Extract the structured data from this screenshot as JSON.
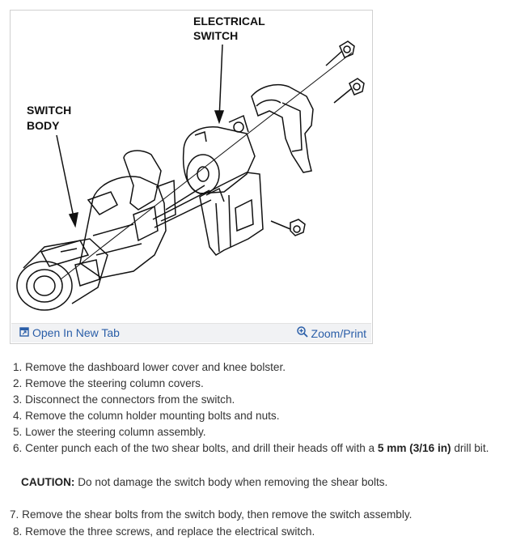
{
  "figure": {
    "labels": {
      "electrical_switch_line1": "ELECTRICAL",
      "electrical_switch_line2": "SWITCH",
      "switch_body_line1": "SWITCH",
      "switch_body_line2": "BODY"
    },
    "toolbar": {
      "open_label": "Open In New Tab",
      "zoom_label": "Zoom/Print",
      "open_icon": "external-window-icon",
      "zoom_icon": "magnifier-plus-icon"
    }
  },
  "steps": [
    {
      "num": "1.",
      "text": "Remove the dashboard lower cover and knee bolster."
    },
    {
      "num": "2.",
      "text": "Remove the steering column covers."
    },
    {
      "num": "3.",
      "text": "Disconnect the connectors from the switch."
    },
    {
      "num": "4.",
      "text": "Remove the column holder mounting bolts and nuts."
    },
    {
      "num": "5.",
      "text": "Lower the steering column assembly."
    },
    {
      "num": "6.",
      "text_before": "Center punch each of the two shear bolts, and drill their heads off with a ",
      "bold": "5 mm (3/16 in)",
      "text_after": " drill bit."
    }
  ],
  "caution": {
    "label": "CAUTION:",
    "text": " Do not damage the switch body when removing the shear bolts."
  },
  "steps_after": [
    {
      "num": "7.",
      "text": "Remove the shear bolts from the switch body, then remove the switch assembly."
    },
    {
      "num": "8.",
      "text": "Remove the three screws, and replace the electrical switch."
    }
  ]
}
